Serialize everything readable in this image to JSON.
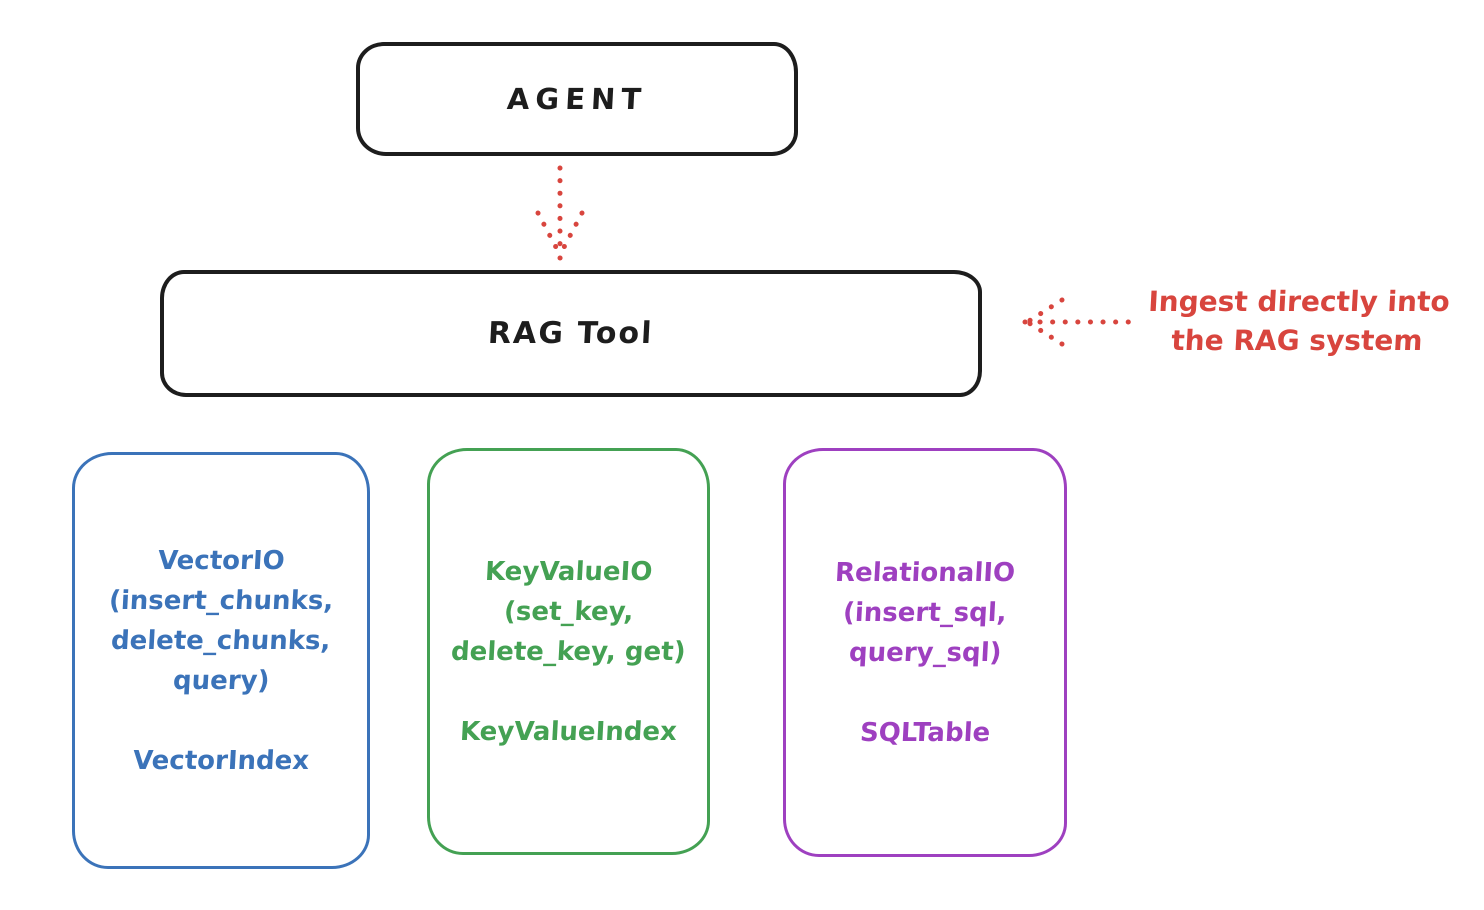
{
  "colors": {
    "stroke": "#1d1d1d",
    "red": "#d8453e",
    "blue": "#3b73b9",
    "green": "#44a153",
    "purple": "#9e40c0",
    "background": "#ffffff"
  },
  "agent_box": {
    "label": "AGENT"
  },
  "rag_tool_box": {
    "label": "RAG Tool"
  },
  "annotation": {
    "line1": "Ingest directly into",
    "line2": "the RAG system",
    "color": "#d8453e"
  },
  "arrows": [
    {
      "name": "agent-to-rag-tool",
      "style": "dotted",
      "color": "#d8453e",
      "direction": "down",
      "from": "AGENT",
      "to": "RAG Tool"
    },
    {
      "name": "annotation-to-rag-tool",
      "style": "dotted",
      "color": "#d8453e",
      "direction": "left",
      "from": "Ingest directly into the RAG system",
      "to": "RAG Tool"
    }
  ],
  "storage_boxes": [
    {
      "id": "vector-io",
      "color": "#3b73b9",
      "lines": [
        "VectorIO",
        "(insert_chunks,",
        "delete_chunks,",
        "query)"
      ],
      "index_label": "VectorIndex"
    },
    {
      "id": "key-value-io",
      "color": "#44a153",
      "lines": [
        "KeyValueIO",
        "(set_key,",
        "delete_key, get)"
      ],
      "index_label": "KeyValueIndex"
    },
    {
      "id": "relational-io",
      "color": "#9e40c0",
      "lines": [
        "RelationalIO",
        "(insert_sql,",
        "query_sql)"
      ],
      "index_label": "SQLTable"
    }
  ]
}
